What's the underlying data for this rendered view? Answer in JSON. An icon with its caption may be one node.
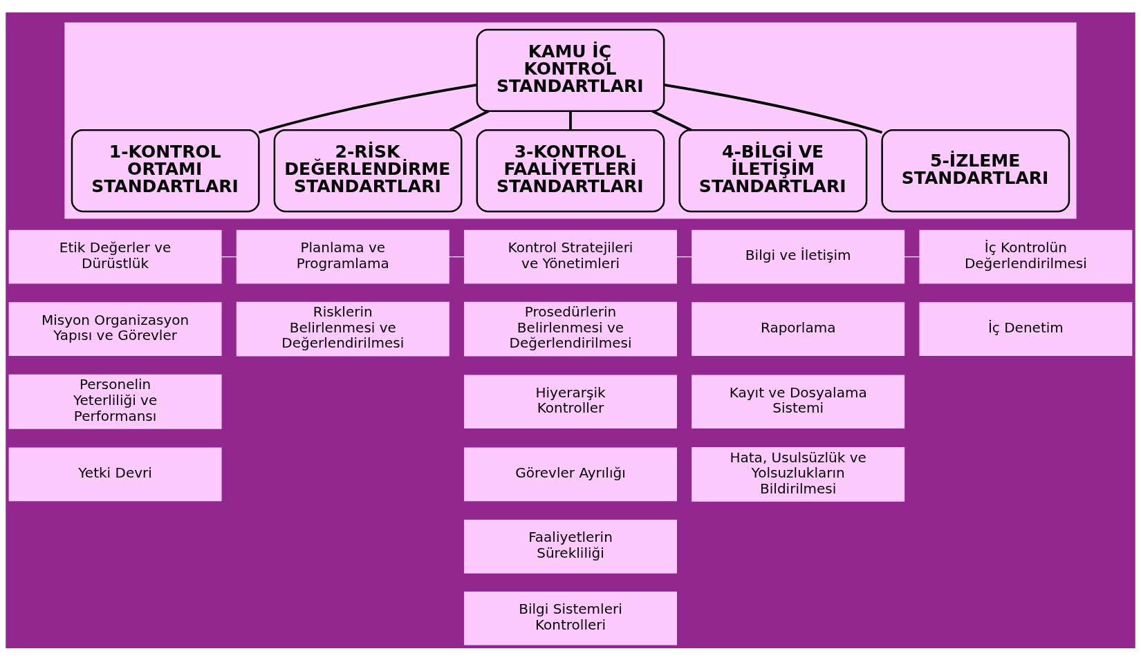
{
  "diagram": {
    "nodes": [
      {
        "text": [],
        "shape": "box"
      },
      {
        "text": [
          "KAMU İÇ KONTROL STANDARTLARI"
        ],
        "in": 0
      },
      {
        "text": [
          "1-KONTROL ORTAMI STANDARTLARI"
        ],
        "in": 0
      },
      {
        "text": [
          "2-RİSK DEĞERLENDİRME STANDARTLARI"
        ],
        "in": 0
      },
      {
        "text": [
          "3-KONTROL FAALİYETLERİ STANDARTLARI"
        ],
        "in": 0
      },
      {
        "text": [
          "4-BİLGİ VE İLETİŞİM STANDARTLARI"
        ],
        "in": 0
      },
      {
        "text": [
          "5-İZLEME STANDARTLARI"
        ],
        "in": 0
      },
      {
        "text": [
          "Etik Değerler ve Dürüstlük"
        ]
      },
      {
        "text": [
          "Misyon Organizasyon Yapısı ve Görevler"
        ]
      },
      {
        "text": [
          "Personelin Yeterliliği ve Performansı"
        ]
      },
      {
        "text": [
          "Yetki Devri"
        ]
      },
      {
        "text": [
          "Planlama ve Programlama"
        ]
      },
      {
        "text": [
          "Risklerin Belirlenmesi ve Değerlendirilmesi"
        ]
      },
      {
        "text": [
          "Kontrol Stratejileri ve Yönetimleri"
        ]
      },
      {
        "text": [
          "Prosedürlerin Belirlenmesi ve Değerlendirilmesi"
        ]
      },
      {
        "text": [
          "Hiyerarşik Kontroller"
        ]
      },
      {
        "text": [
          "Görevler Ayrılığı"
        ]
      },
      {
        "text": [
          "Faaliyetlerin Sürekliliği"
        ]
      },
      {
        "text": [
          "Bilgi Sistemleri Kontrolleri"
        ]
      },
      {
        "text": [
          "Bilgi ve İletişim"
        ]
      },
      {
        "text": [
          "Raporlama"
        ]
      },
      {
        "text": [
          "Kayıt ve Dosyalama Sistemi"
        ]
      },
      {
        "text": [
          "Hata, Usulsüzlük ve Yolsuzlukların Bildirilmesi"
        ]
      },
      {
        "text": [
          "İç Kontrolün Değerlendirilmesi"
        ]
      },
      {
        "text": [
          "İç Denetim"
        ]
      }
    ],
    "edges": [
      {
        "from": 1,
        "to": 2,
        "arrow": "none"
      },
      {
        "from": 1,
        "to": 3,
        "arrow": "none"
      },
      {
        "from": 1,
        "to": 4,
        "arrow": "none"
      },
      {
        "from": 1,
        "to": 5,
        "arrow": "none"
      },
      {
        "from": 1,
        "to": 6,
        "arrow": "none"
      },
      {
        "from": 7,
        "to": 11,
        "arrow": "none",
        "color": "#ffffff"
      },
      {
        "from": 11,
        "to": 13,
        "arrow": "none",
        "color": "#ffffff"
      },
      {
        "from": 13,
        "to": 19,
        "arrow": "none",
        "color": "#ffffff"
      },
      {
        "from": 19,
        "to": 23,
        "arrow": "none",
        "color": "#ffffff"
      }
    ]
  }
}
